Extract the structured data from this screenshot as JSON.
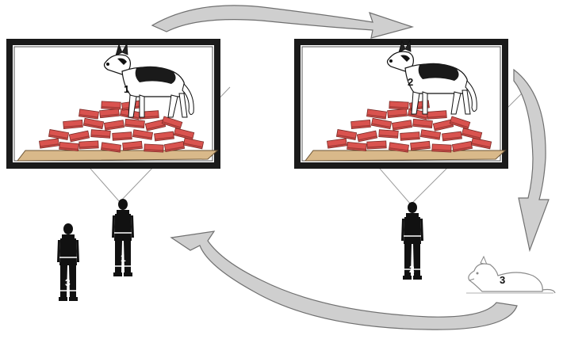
{
  "panels": [
    {
      "dog_label": "1"
    },
    {
      "dog_label": "2"
    }
  ],
  "handlers": [
    {
      "label": "1"
    },
    {
      "label": "3"
    },
    {
      "label": "2"
    }
  ],
  "resting_dog": {
    "label": "3"
  },
  "colors": {
    "frame": "#1a1a1a",
    "brick": "#d9534f",
    "brick_shadow": "#a23a36",
    "ground": "#d9b98a",
    "arrow_fill": "#cfcfcf",
    "arrow_stroke": "#707070",
    "sight_line": "#9a9a9a"
  }
}
